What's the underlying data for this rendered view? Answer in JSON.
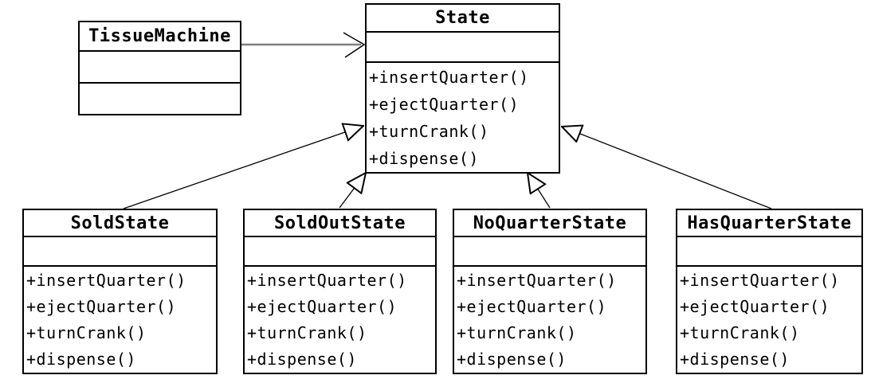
{
  "diagram": {
    "type": "uml-class-diagram",
    "classes": [
      {
        "name": "TissueMachine",
        "attributes": [],
        "methods": []
      },
      {
        "name": "State",
        "attributes": [],
        "methods": [
          "+insertQuarter()",
          "+ejectQuarter()",
          "+turnCrank()",
          "+dispense()"
        ]
      },
      {
        "name": "SoldState",
        "attributes": [],
        "methods": [
          "+insertQuarter()",
          "+ejectQuarter()",
          "+turnCrank()",
          "+dispense()"
        ]
      },
      {
        "name": "SoldOutState",
        "attributes": [],
        "methods": [
          "+insertQuarter()",
          "+ejectQuarter()",
          "+turnCrank()",
          "+dispense()"
        ]
      },
      {
        "name": "NoQuarterState",
        "attributes": [],
        "methods": [
          "+insertQuarter()",
          "+ejectQuarter()",
          "+turnCrank()",
          "+dispense()"
        ]
      },
      {
        "name": "HasQuarterState",
        "attributes": [],
        "methods": [
          "+insertQuarter()",
          "+ejectQuarter()",
          "+turnCrank()",
          "+dispense()"
        ]
      }
    ],
    "relations": [
      {
        "from": "TissueMachine",
        "to": "State",
        "type": "association"
      },
      {
        "from": "SoldState",
        "to": "State",
        "type": "inheritance"
      },
      {
        "from": "SoldOutState",
        "to": "State",
        "type": "inheritance"
      },
      {
        "from": "NoQuarterState",
        "to": "State",
        "type": "inheritance"
      },
      {
        "from": "HasQuarterState",
        "to": "State",
        "type": "inheritance"
      }
    ],
    "colors": {
      "line": "#000000",
      "association_line": "#7f7f7f",
      "box_fill": "#ffffff",
      "background": "#ffffff",
      "text": "#000000"
    }
  }
}
